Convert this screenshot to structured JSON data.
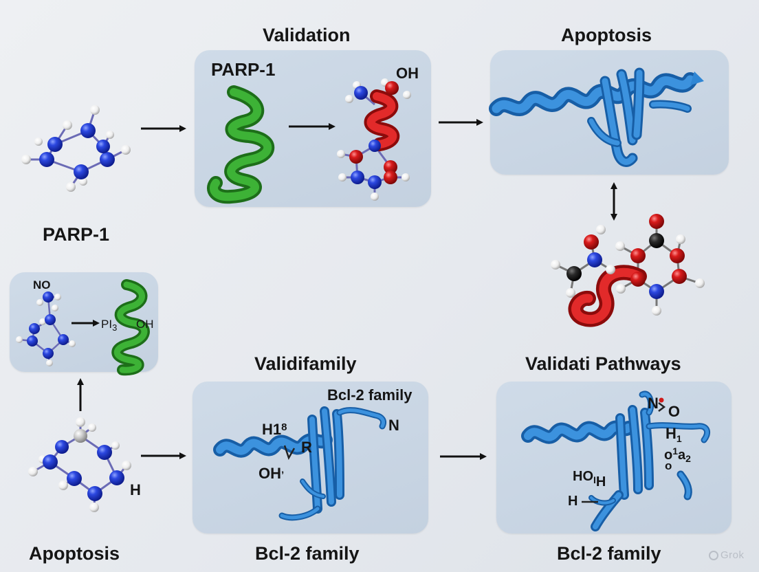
{
  "headings": {
    "validation": "Validation",
    "apoptosis_top": "Apoptosis",
    "parp_left": "PARP-1",
    "validifamily": "Validifamily",
    "validati_pathways": "Validati Pathways",
    "apoptosis_bottom": "Apoptosis",
    "bcl2_center": "Bcl-2 family",
    "bcl2_right": "Bcl-2 family"
  },
  "validation_panel": {
    "title": "PARP-1",
    "oh_label": "OH"
  },
  "small_panel": {
    "no_label": "NO",
    "pi_label": "PI",
    "sub_3": "3",
    "oh_label": "OH"
  },
  "bottom_left": {
    "h_label": "H"
  },
  "bcl_panel": {
    "family_label": "Bcl-2 family",
    "n_label": "N",
    "h18_label": "H1",
    "h18_sub": "8",
    "r_label": "R",
    "oh3_label": "OH",
    "oh3_sub": "ʼ"
  },
  "pathway_panel": {
    "no_label": "N",
    "no_o": "O",
    "h1_label": "H",
    "h1_sub": "1",
    "o1a2_label": "o",
    "o1a2_mid": "1",
    "o1a2_a": "a",
    "o1a2_sub": "2",
    "o_small": "o",
    "hoh_label": "HO",
    "hoh_sub": "I",
    "hoh_h": "H",
    "h_label": "H"
  },
  "watermark": "Grok",
  "colors": {
    "helix_green": "#2f9a2a",
    "helix_red": "#d41d1d",
    "ribbon_blue": "#2f86d4",
    "atom_blue": "#1f3fd2",
    "atom_red": "#d01a1a",
    "atom_white": "#f4f4f4",
    "atom_black": "#222222",
    "panel": "#c8d5e3"
  }
}
